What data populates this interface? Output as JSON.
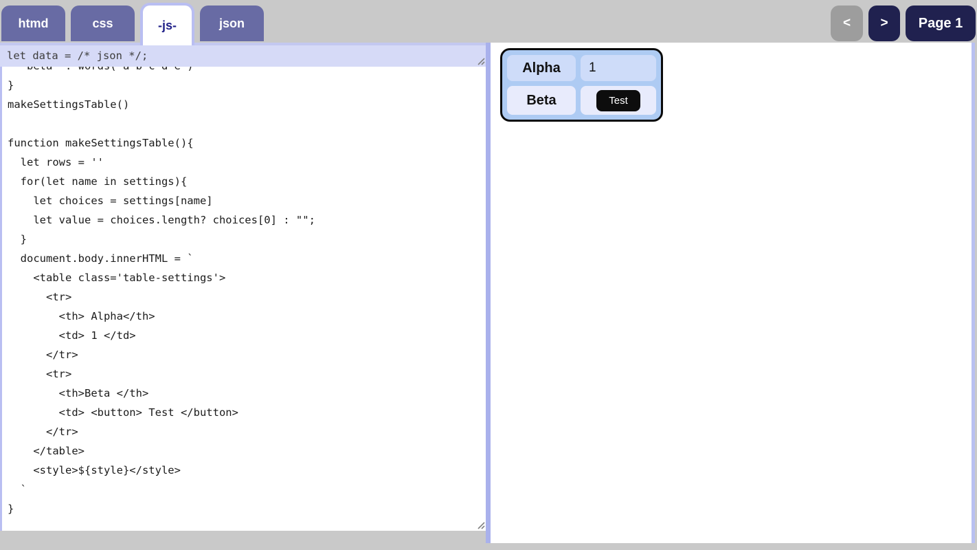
{
  "header": {
    "tabs": [
      {
        "id": "htmd",
        "label": "htmd",
        "active": false
      },
      {
        "id": "css",
        "label": "css",
        "active": false
      },
      {
        "id": "js",
        "label": "-js-",
        "active": true
      },
      {
        "id": "json",
        "label": "json",
        "active": false
      }
    ],
    "nav": {
      "prev_label": "<",
      "next_label": ">",
      "page_label": "Page 1"
    }
  },
  "editor": {
    "data_input_value": "let data = /* json */;",
    "code_lines": [
      "  'beta' : words('a b c d e')",
      "}",
      "makeSettingsTable()",
      "",
      "function makeSettingsTable(){",
      "  let rows = ''",
      "  for(let name in settings){",
      "    let choices = settings[name]",
      "    let value = choices.length? choices[0] : \"\";",
      "  }",
      "  document.body.innerHTML = `",
      "    <table class='table-settings'>",
      "      <tr>",
      "        <th> Alpha</th>",
      "        <td> 1 </td>",
      "      </tr>",
      "      <tr>",
      "        <th>Beta </th>",
      "        <td> <button> Test </button>",
      "      </tr>",
      "    </table>",
      "    <style>${style}</style>",
      "  `",
      "}"
    ]
  },
  "preview": {
    "settings_table": {
      "rows": [
        {
          "header": "Alpha",
          "cell_type": "text",
          "value": "1"
        },
        {
          "header": "Beta",
          "cell_type": "button",
          "value": "Test"
        }
      ]
    }
  },
  "colors": {
    "page_bg": "#c9c9c9",
    "tab_inactive_bg": "#686ba4",
    "tab_active_text": "#22228a",
    "tab_active_border": "#b9bef2",
    "nav_button_bg": "#20214f",
    "nav_prev_bg": "#9d9d9d",
    "divider": "#a9b1ec",
    "data_input_bg": "#d6daf7",
    "table_container_bg": "#aecbf3",
    "row_odd_cell_bg": "#cedcf9",
    "row_even_cell_bg": "#e8ebfc",
    "test_button_bg": "#0d0d0d"
  }
}
